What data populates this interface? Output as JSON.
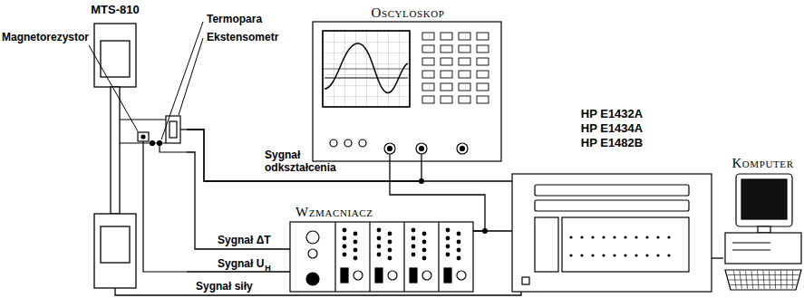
{
  "diagram": {
    "nodes": [
      {
        "text": [
          "MTS-810"
        ]
      },
      {
        "text": [
          "OSCYLOSKOP"
        ]
      },
      {
        "text": [
          "HP E1432A HP E1434A HP E1482B"
        ]
      },
      {
        "text": [
          "WZMACNIACZ"
        ]
      },
      {
        "text": [
          "KOMPUTER"
        ]
      }
    ],
    "edges": [
      {
        "from": 0,
        "to": 2,
        "arrow": "none"
      },
      {
        "from": 0,
        "to": 1,
        "arrow": "none"
      },
      {
        "from": 0,
        "to": 3,
        "arrow": "none"
      },
      {
        "from": 0,
        "to": 3,
        "arrow": "none"
      },
      {
        "from": 0,
        "to": 2,
        "arrow": "none"
      },
      {
        "from": 3,
        "to": 2,
        "arrow": "none"
      },
      {
        "from": 3,
        "to": 1,
        "arrow": "none"
      },
      {
        "from": 2,
        "to": 4,
        "arrow": "none"
      }
    ],
    "labels": [
      "Magnetorezystor",
      "Termopara",
      "Ekstensometr",
      "Sygnał odkształcenia",
      "Sygnał ΔT",
      "Sygnał U",
      "H",
      "Sygnał siły"
    ]
  }
}
